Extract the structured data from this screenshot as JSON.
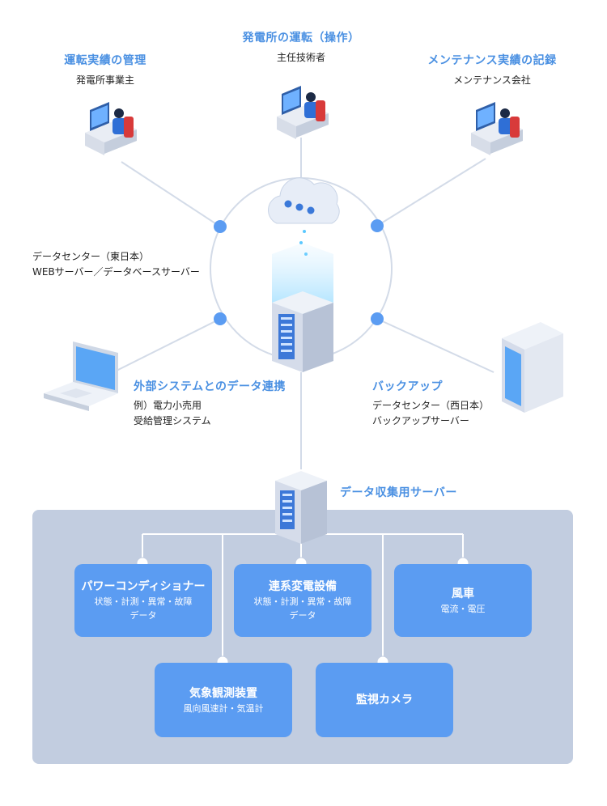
{
  "top": {
    "center_title": "発電所の運転（操作）",
    "center_sub": "主任技術者",
    "left_title": "運転実績の管理",
    "left_sub": "発電所事業主",
    "right_title": "メンテナンス実績の記録",
    "right_sub": "メンテナンス会社"
  },
  "datacenter": {
    "line1": "データセンター（東日本）",
    "line2": "WEBサーバー／データベースサーバー"
  },
  "external": {
    "title": "外部システムとのデータ連携",
    "line1": "例）電力小売用",
    "line2": "受給管理システム"
  },
  "backup": {
    "title": "バックアップ",
    "line1": "データセンター（西日本）",
    "line2": "バックアップサーバー"
  },
  "collection": {
    "title": "データ収集用サーバー"
  },
  "boxes": [
    {
      "title": "パワーコンディショナー",
      "sub1": "状態・計測・異常・故障",
      "sub2": "データ"
    },
    {
      "title": "連系変電設備",
      "sub1": "状態・計測・異常・故障",
      "sub2": "データ"
    },
    {
      "title": "風車",
      "sub1": "電流・電圧",
      "sub2": ""
    },
    {
      "title": "気象観測装置",
      "sub1": "風向風速計・気温計",
      "sub2": ""
    },
    {
      "title": "監視カメラ",
      "sub1": "",
      "sub2": ""
    }
  ],
  "colors": {
    "accent": "#4a90e2",
    "box": "#5b9cf2",
    "panel": "#c2cde0",
    "line": "#d3dbe8",
    "node": "#5b9cf2"
  }
}
